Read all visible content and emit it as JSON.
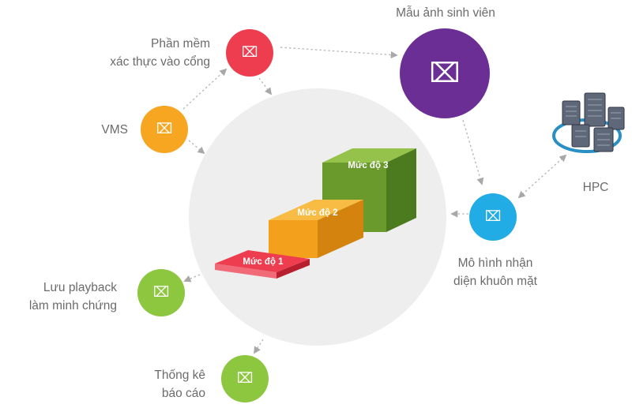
{
  "nodes": {
    "student_photos": {
      "label": "Mẫu ảnh sinh viên",
      "color": "#6b2e94",
      "icon": "broken-image-icon",
      "glyph": "⌧"
    },
    "gate_software": {
      "label_lines": [
        "Phần mềm",
        "xác thực vào cổng"
      ],
      "color": "#ee3d4e",
      "icon": "broken-image-icon",
      "glyph": "⌧"
    },
    "vms": {
      "label": "VMS",
      "color": "#f6a621",
      "icon": "broken-image-icon",
      "glyph": "⌧"
    },
    "hpc": {
      "label": "HPC",
      "icon": "server-cluster-icon"
    },
    "face_model": {
      "label_lines": [
        "Mô hình nhận",
        "diện khuôn mặt"
      ],
      "color": "#22ace6",
      "icon": "broken-image-icon",
      "glyph": "⌧"
    },
    "playback": {
      "label_lines": [
        "Lưu playback",
        "làm minh chứng"
      ],
      "color": "#8dc63f",
      "icon": "broken-image-icon",
      "glyph": "⌧"
    },
    "report": {
      "label_lines": [
        "Thống kê",
        "báo cáo"
      ],
      "color": "#8dc63f",
      "icon": "broken-image-icon",
      "glyph": "⌧"
    }
  },
  "steps": [
    {
      "label": "Mức độ 1",
      "color": "#ee3d4e"
    },
    {
      "label": "Mức độ 2",
      "color": "#f6a621"
    },
    {
      "label": "Mức độ 3",
      "color": "#6a9a2c"
    }
  ],
  "colors": {
    "center_circle": "#eeeeee",
    "connector": "#b5b5b5",
    "text": "#6b6b6b"
  }
}
